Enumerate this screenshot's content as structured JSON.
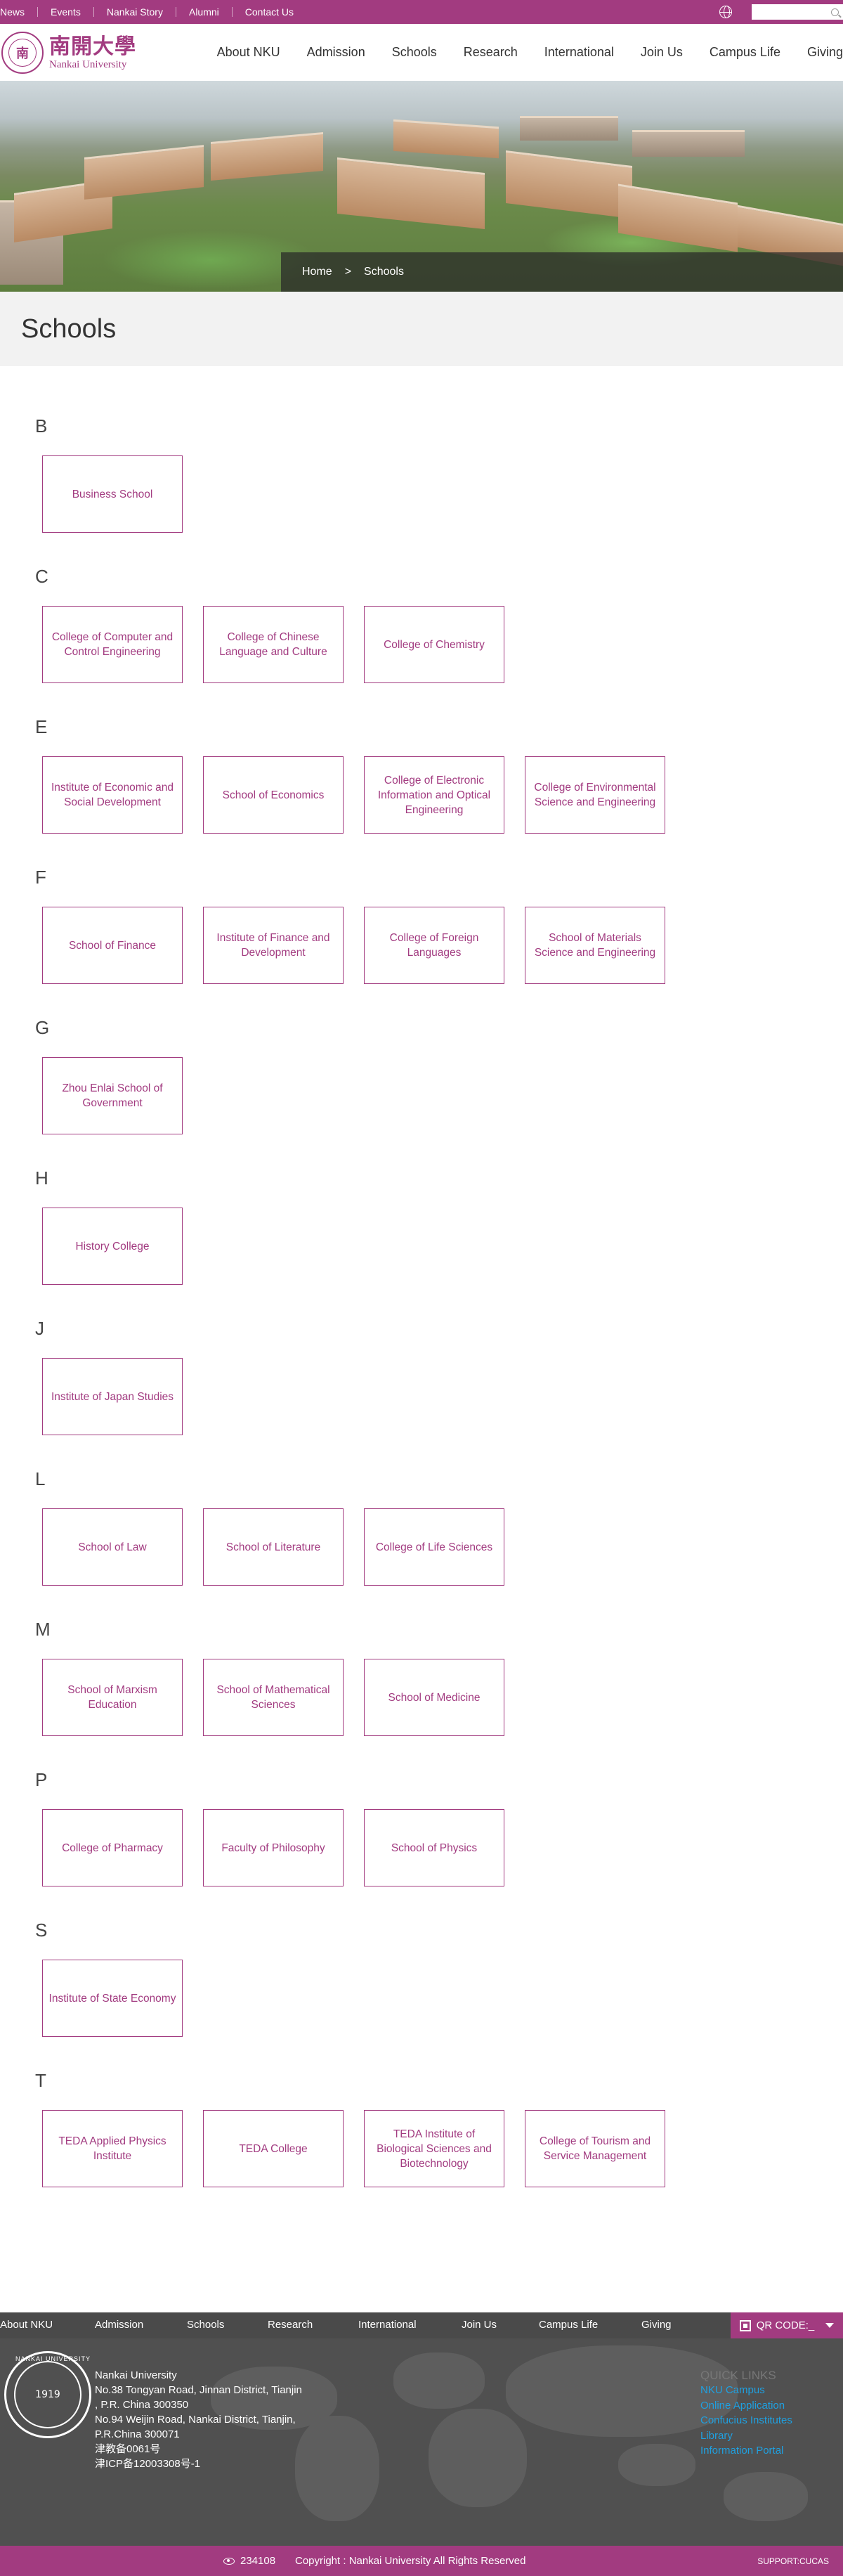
{
  "topbar": {
    "links": [
      "News",
      "Events",
      "Nankai Story",
      "Alumni",
      "Contact Us"
    ],
    "search_placeholder": ""
  },
  "logo": {
    "cn": "南開大學",
    "en": "Nankai University",
    "seal_glyph": "南"
  },
  "nav": [
    "About NKU",
    "Admission",
    "Schools",
    "Research",
    "International",
    "Join Us",
    "Campus Life",
    "Giving"
  ],
  "breadcrumb": {
    "home": "Home",
    "separator": ">",
    "current": "Schools"
  },
  "page_title": "Schools",
  "groups": [
    {
      "letter": "B",
      "schools": [
        "Business School"
      ]
    },
    {
      "letter": "C",
      "schools": [
        "College of Computer and Control Engineering",
        "College of Chinese Language and Culture",
        "College of Chemistry"
      ]
    },
    {
      "letter": "E",
      "schools": [
        "Institute of Economic and Social Development",
        "School of Economics",
        "College of Electronic Information and Optical Engineering",
        "College of Environmental Science and Engineering"
      ]
    },
    {
      "letter": "F",
      "schools": [
        "School of Finance",
        "Institute of Finance and Development",
        "College of Foreign Languages",
        "School of Materials Science and Engineering"
      ]
    },
    {
      "letter": "G",
      "schools": [
        "Zhou Enlai School of Government"
      ]
    },
    {
      "letter": "H",
      "schools": [
        "History College"
      ]
    },
    {
      "letter": "J",
      "schools": [
        "Institute of Japan Studies"
      ]
    },
    {
      "letter": "L",
      "schools": [
        "School of Law",
        "School of Literature",
        "College of Life Sciences"
      ]
    },
    {
      "letter": "M",
      "schools": [
        "School of Marxism Education",
        "School of Mathematical Sciences",
        "School of Medicine"
      ]
    },
    {
      "letter": "P",
      "schools": [
        "College of Pharmacy",
        "Faculty of Philosophy",
        "School of Physics"
      ]
    },
    {
      "letter": "S",
      "schools": [
        "Institute of State Economy"
      ]
    },
    {
      "letter": "T",
      "schools": [
        "TEDA Applied Physics Institute",
        "TEDA College",
        "TEDA Institute of Biological Sciences and Biotechnology",
        "College of Tourism and Service Management"
      ]
    }
  ],
  "footer": {
    "nav": [
      "About NKU",
      "Admission",
      "Schools",
      "Research",
      "International",
      "Join Us",
      "Campus Life",
      "Giving"
    ],
    "qr_label": "QR CODE:_",
    "seal_text": "NANKAI UNIVERSITY",
    "seal_year": "1919",
    "address_lines": [
      "Nankai University",
      "No.38 Tongyan Road, Jinnan District, Tianjin",
      ", P.R. China 300350",
      "No.94 Weijin Road,  Nankai District, Tianjin,",
      "P.R.China  300071",
      "津教备0061号",
      "津ICP备12003308号-1"
    ],
    "quick_links_title": "QUICK LINKS",
    "quick_links": [
      "NKU Campus",
      "Online Application",
      "Confucius Institutes",
      "Library",
      "Information Portal"
    ],
    "visit_count": "234108",
    "copyright": "Copyright : Nankai University All Rights Reserved",
    "support": "SUPPORT:CUCAS"
  },
  "colors": {
    "brand": "#a23b80",
    "footer_bg": "#505050",
    "link_blue": "#1fa0e0"
  }
}
